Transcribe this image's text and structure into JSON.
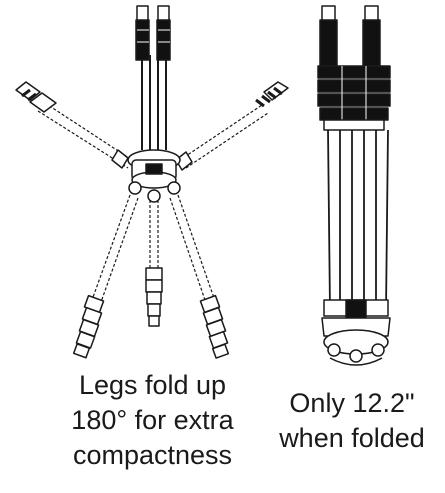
{
  "figures": [
    {
      "id": "unfolded",
      "icon": "tripod-legs-folded-up-icon",
      "caption_lines": [
        "Legs fold up",
        "180° for extra",
        "compactness"
      ]
    },
    {
      "id": "folded",
      "icon": "tripod-folded-icon",
      "caption_lines": [
        "Only 12.2\"",
        "when folded"
      ]
    }
  ],
  "colors": {
    "line": "#1a1a1a",
    "fill": "#ffffff",
    "dark": "#111111"
  }
}
